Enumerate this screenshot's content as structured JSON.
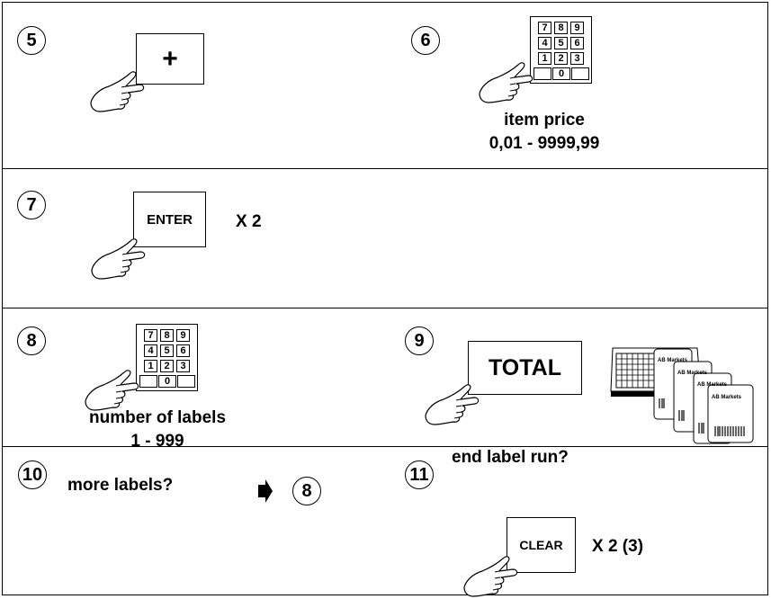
{
  "steps": {
    "s5": {
      "num": "5",
      "key_label": "+"
    },
    "s6": {
      "num": "6",
      "caption_line1": "item price",
      "caption_line2": "0,01 - 9999,99"
    },
    "s7": {
      "num": "7",
      "key_label": "ENTER",
      "times": "X 2"
    },
    "s8": {
      "num": "8",
      "caption_line1": "number of labels",
      "caption_line2": "1 - 999"
    },
    "s9": {
      "num": "9",
      "key_label": "TOTAL",
      "label_brand": "AB Markets"
    },
    "s10": {
      "num": "10",
      "text": "more labels?",
      "goto_num": "8"
    },
    "s11": {
      "num": "11",
      "text": "end label run?",
      "key_label": "CLEAR",
      "times": "X 2 (3)"
    }
  },
  "keypad": {
    "rows": [
      [
        "7",
        "8",
        "9"
      ],
      [
        "4",
        "5",
        "6"
      ],
      [
        "1",
        "2",
        "3"
      ],
      [
        "",
        "0",
        ""
      ]
    ]
  },
  "icons": [
    "hand-pointer-icon",
    "keypad-icon",
    "scale-printer-icon",
    "label-stack-icon",
    "arrow-right-icon"
  ]
}
